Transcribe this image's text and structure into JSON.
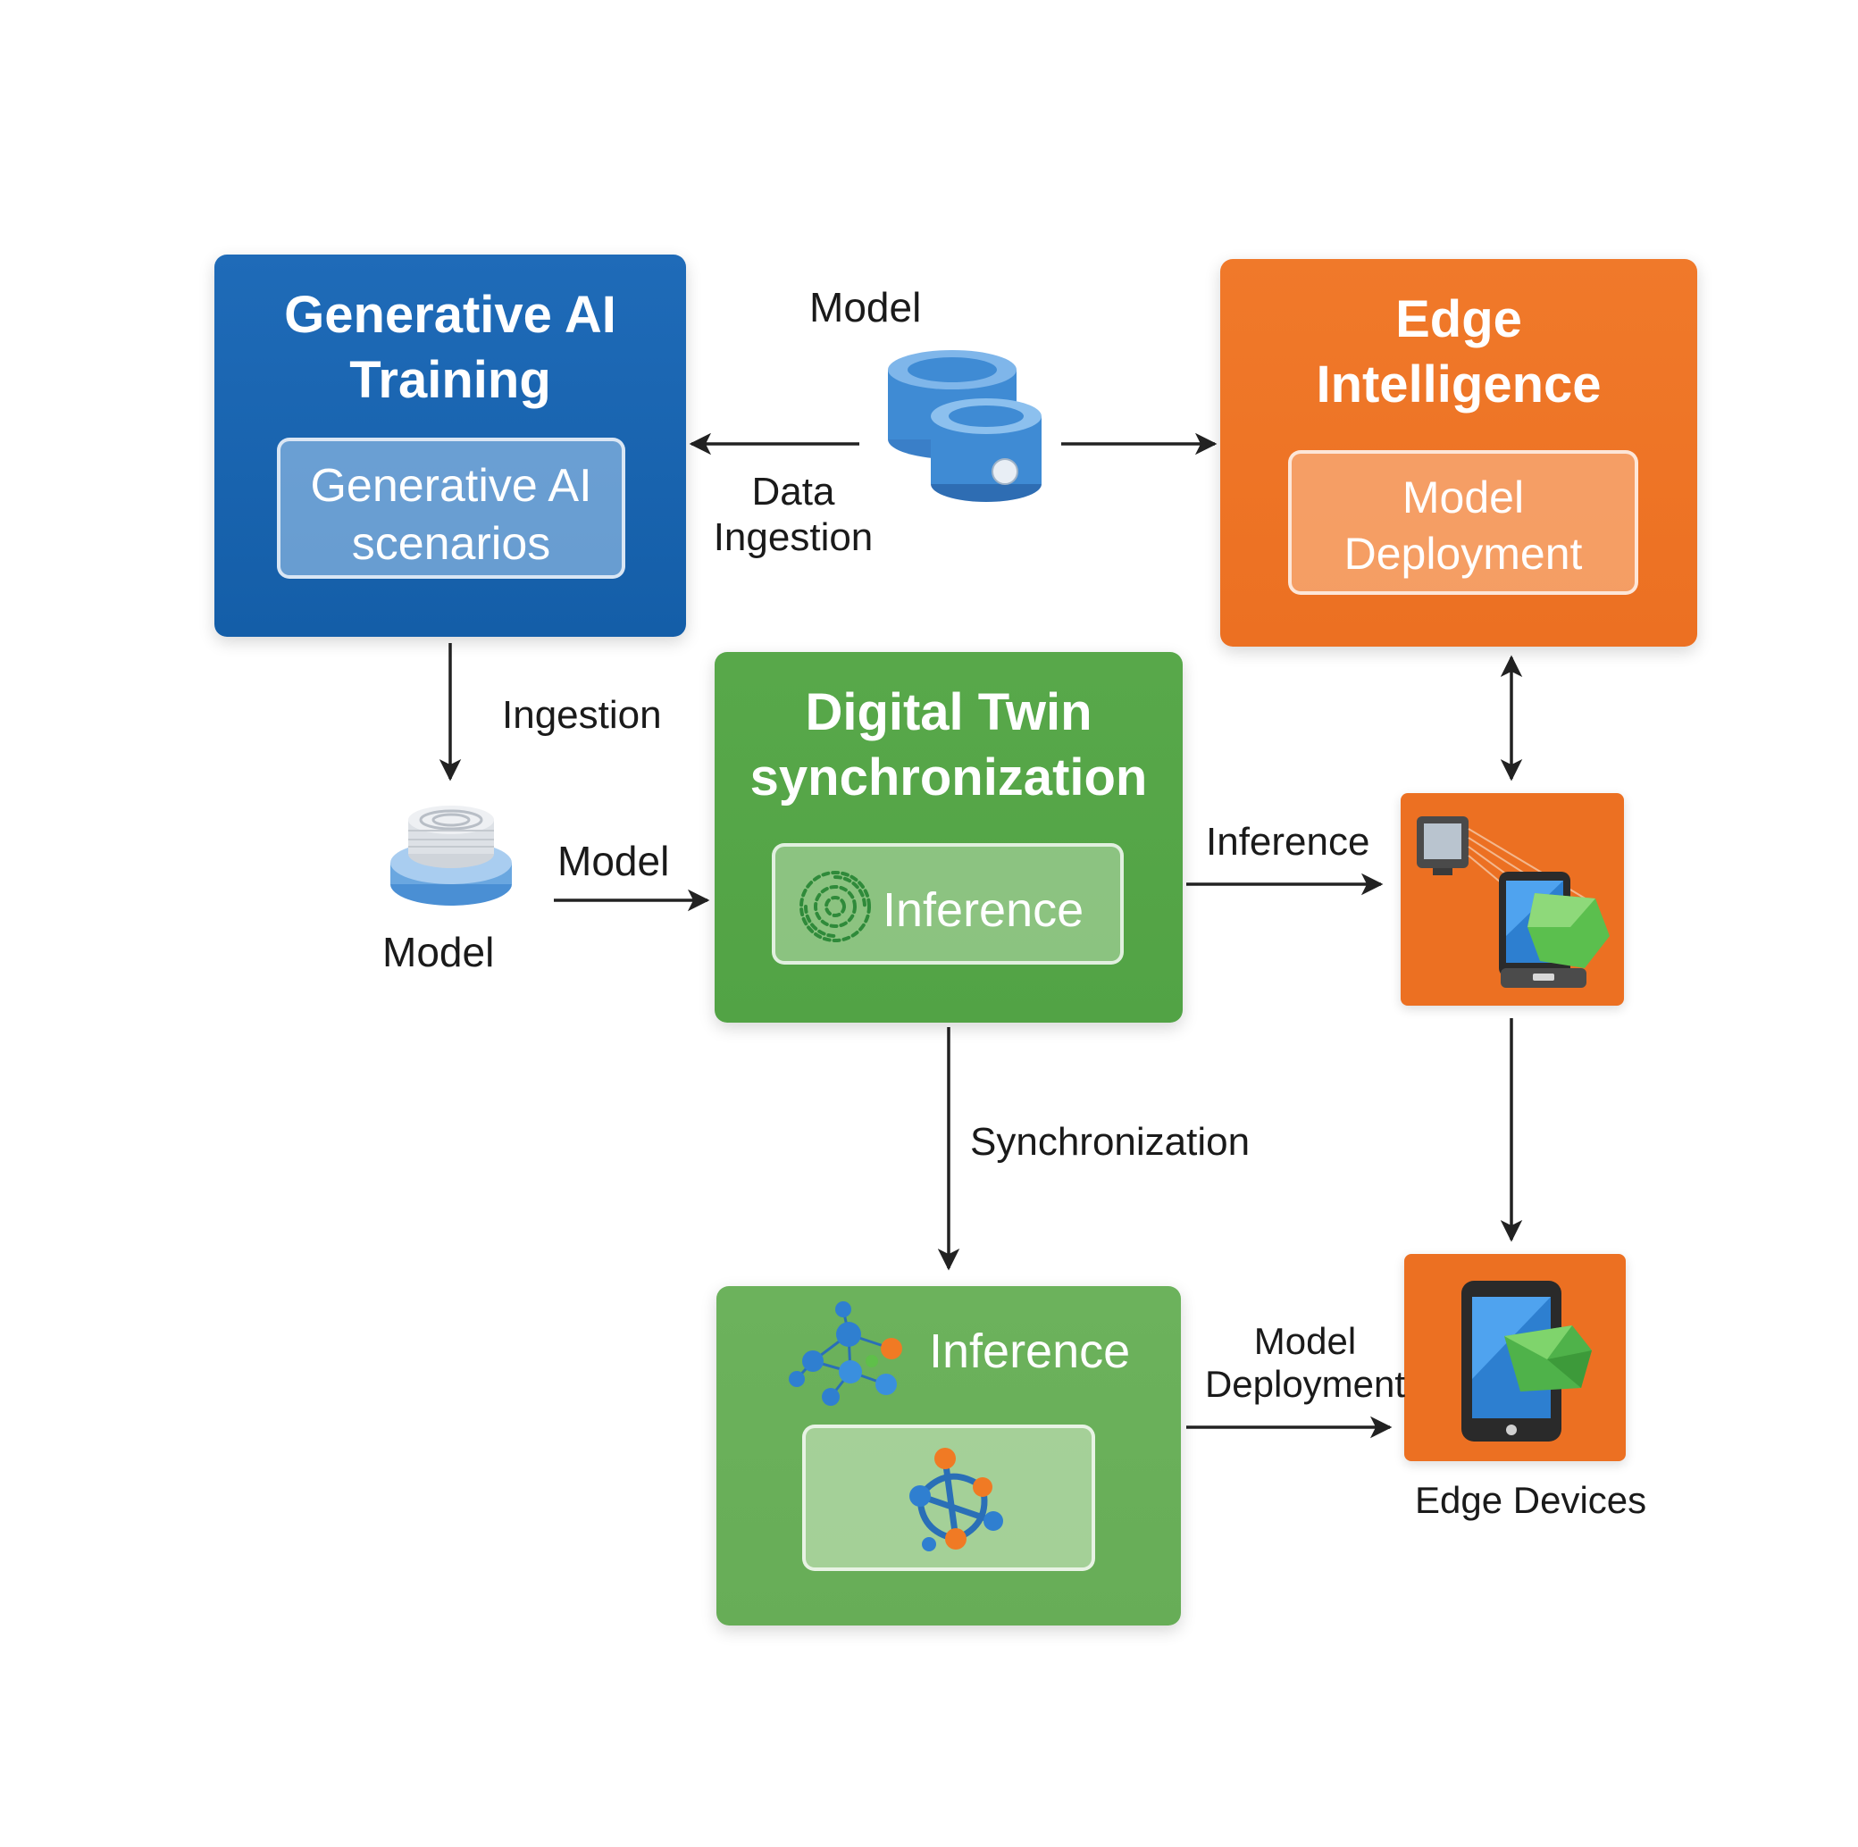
{
  "nodes": {
    "generative_ai_training": {
      "title_line1": "Generative AI",
      "title_line2": "Training",
      "sub_line1": "Generative AI",
      "sub_line2": "scenarios",
      "color": "#1a64b0"
    },
    "edge_intelligence": {
      "title_line1": "Edge",
      "title_line2": "Intelligence",
      "sub_line1": "Model",
      "sub_line2": "Deployment",
      "color": "#ee7325"
    },
    "digital_twin": {
      "title_line1": "Digital Twin",
      "title_line2": "synchronization",
      "sub_label": "Inference",
      "color": "#55a648"
    },
    "inference": {
      "title": "Inference",
      "color": "#6ab05a"
    },
    "model_storage": {
      "label": "Model"
    },
    "edge_devices": {
      "label": "Edge Devices"
    }
  },
  "edges": {
    "data_ingestion": {
      "line1": "Data",
      "line2": "Ingestion"
    },
    "model_to_edge": {
      "label": "Model"
    },
    "ingestion": {
      "label": "Ingestion"
    },
    "model_to_twin": {
      "label": "Model"
    },
    "inference_to_device": {
      "label": "Inference"
    },
    "synchronization": {
      "label": "Synchronization"
    },
    "model_deployment": {
      "line1": "Model",
      "line2": "Deployment"
    }
  },
  "icons": [
    "database-icon",
    "disk-stack-icon",
    "swirl-icon",
    "molecule-network-icon",
    "network-node-icon",
    "computer-devices-icon",
    "tablet-device-icon"
  ]
}
